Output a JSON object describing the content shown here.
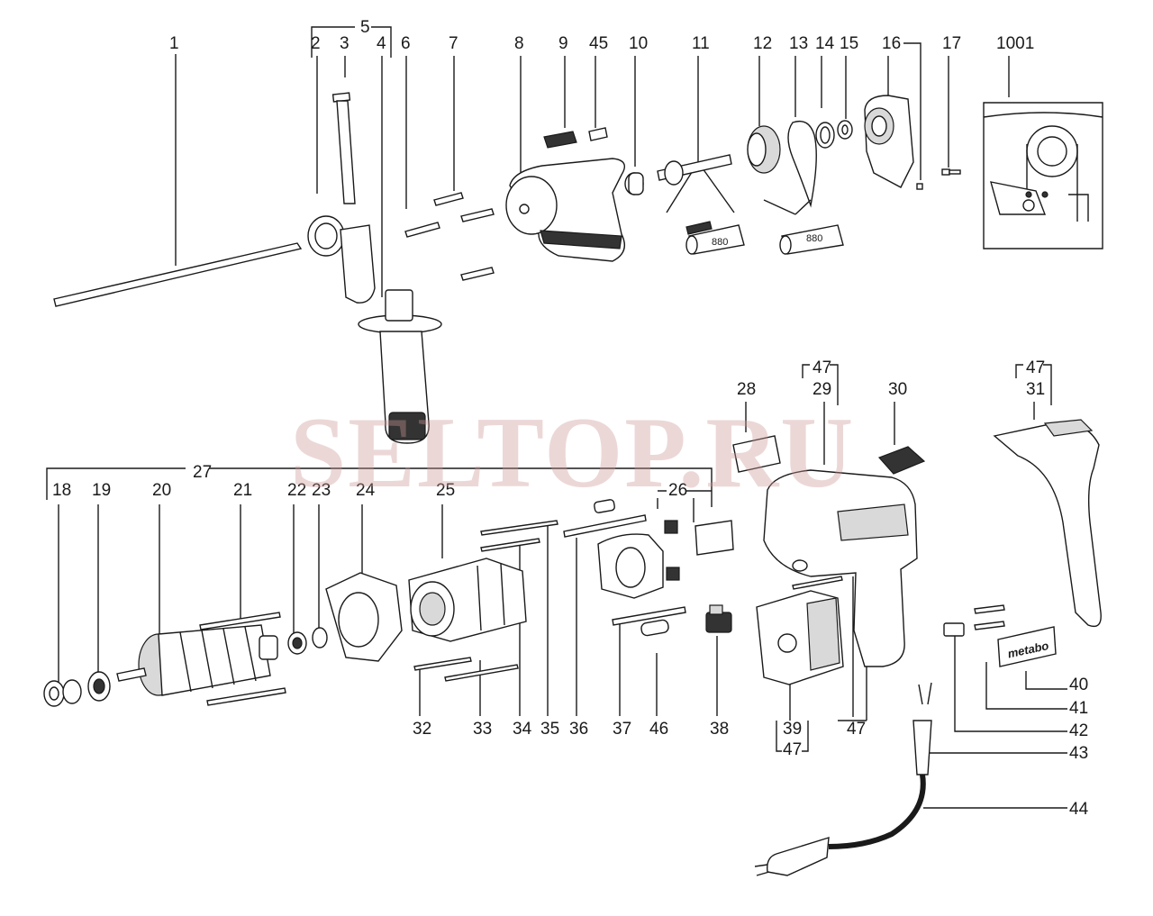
{
  "watermark": "SELTOP.RU",
  "callouts": {
    "c1": "1",
    "c2": "2",
    "c3": "3",
    "c4": "4",
    "c5": "5",
    "c6": "6",
    "c7": "7",
    "c8": "8",
    "c9": "9",
    "c45": "45",
    "c10": "10",
    "c11": "11",
    "c12": "12",
    "c13": "13",
    "c14": "14",
    "c15": "15",
    "c16": "16",
    "c17": "17",
    "c1001": "1001",
    "c47a": "47",
    "c29": "29",
    "c28": "28",
    "c30": "30",
    "c47b": "47",
    "c31": "31",
    "c27": "27",
    "c18": "18",
    "c19": "19",
    "c20": "20",
    "c21": "21",
    "c22": "22",
    "c23": "23",
    "c24": "24",
    "c25": "25",
    "c26": "26",
    "c32": "32",
    "c33": "33",
    "c34": "34",
    "c35": "35",
    "c36": "36",
    "c37": "37",
    "c46": "46",
    "c38": "38",
    "c39": "39",
    "c47c": "47",
    "c47d": "47",
    "c40": "40",
    "c41": "41",
    "c42": "42",
    "c43": "43",
    "c44": "44"
  },
  "grease_label_a": "880",
  "grease_label_b": "880",
  "brand_plate": "metabo"
}
